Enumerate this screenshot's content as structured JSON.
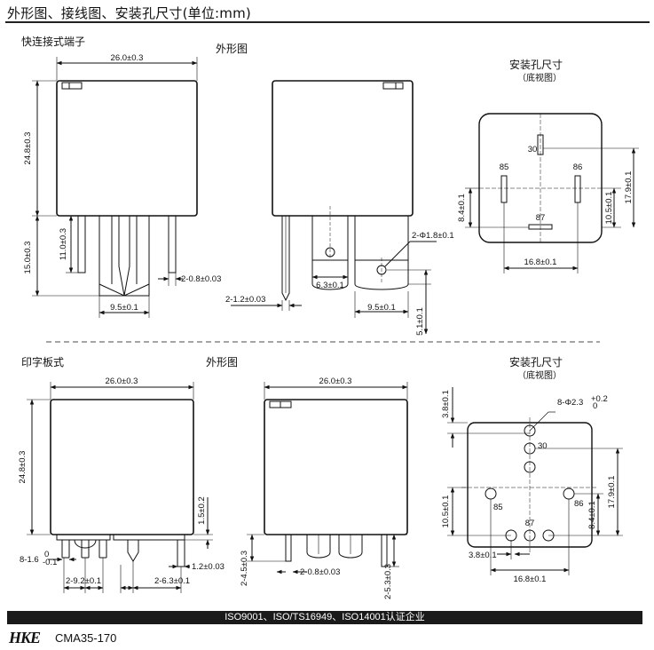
{
  "title": "外形图、接线图、安装孔尺寸(单位:mm)",
  "sections": {
    "quick_connect": "快连接式端子",
    "outline_top": "外形图",
    "mount_top": "安装孔尺寸",
    "mount_top_sub": "（底视图）",
    "pcb": "印字板式",
    "outline_bottom": "外形图",
    "mount_bottom": "安装孔尺寸",
    "mount_bottom_sub": "（底视图）"
  },
  "dims_top": {
    "width": "26.0±0.3",
    "height": "24.8±0.3",
    "pin_len": "15.0±0.3",
    "pin_len2": "11.0±0.3",
    "pin_thick": "2-0.8±0.03",
    "pin_pitch": "9.5±0.1",
    "pin_width": "2-1.2±0.03",
    "hole_width": "6.3±0.1",
    "hole_pitch": "9.5±0.1",
    "hole_dia": "2-Φ1.8±0.1",
    "pin_offset": "5.1±0.1",
    "pin30": "30",
    "pin85": "85",
    "pin86": "86",
    "pin87": "87",
    "mount_h1": "8.4±0.1",
    "mount_h2": "10.5±0.1",
    "mount_h3": "17.9±0.1",
    "mount_w": "16.8±0.1"
  },
  "dims_bottom": {
    "width": "26.0±0.3",
    "width2": "26.0±0.3",
    "height": "24.8±0.3",
    "standoff": "1.5±0.2",
    "pin_thick": "8-1.6",
    "pin_thick_tol_up": "0",
    "pin_thick_tol_dn": "-0.1",
    "pin_pitch": "2-9.2±0.1",
    "pin_pitch2": "2-6.3±0.1",
    "pin_width": "1.2±0.03",
    "pin_w2": "2-0.8±0.03",
    "pin_len": "2-4.5±0.3",
    "pin_len2": "2-5.3±0.3",
    "hole_dia": "8-Φ2.3",
    "hole_tol_up": "+0.2",
    "hole_tol_dn": "0",
    "top_off": "3.8±0.1",
    "pin30": "30",
    "pin85": "85",
    "pin86": "86",
    "pin87": "87",
    "mount_h1": "10.5±0.1",
    "mount_h2": "17.9±0.1",
    "mount_h3": "8.4±0.1",
    "mount_w1": "3.8±0.1",
    "mount_w2": "16.8±0.1"
  },
  "footer": "ISO9001、ISO/TS16949、ISO14001认证企业",
  "logo": "HKE",
  "model": "CMA35-170"
}
